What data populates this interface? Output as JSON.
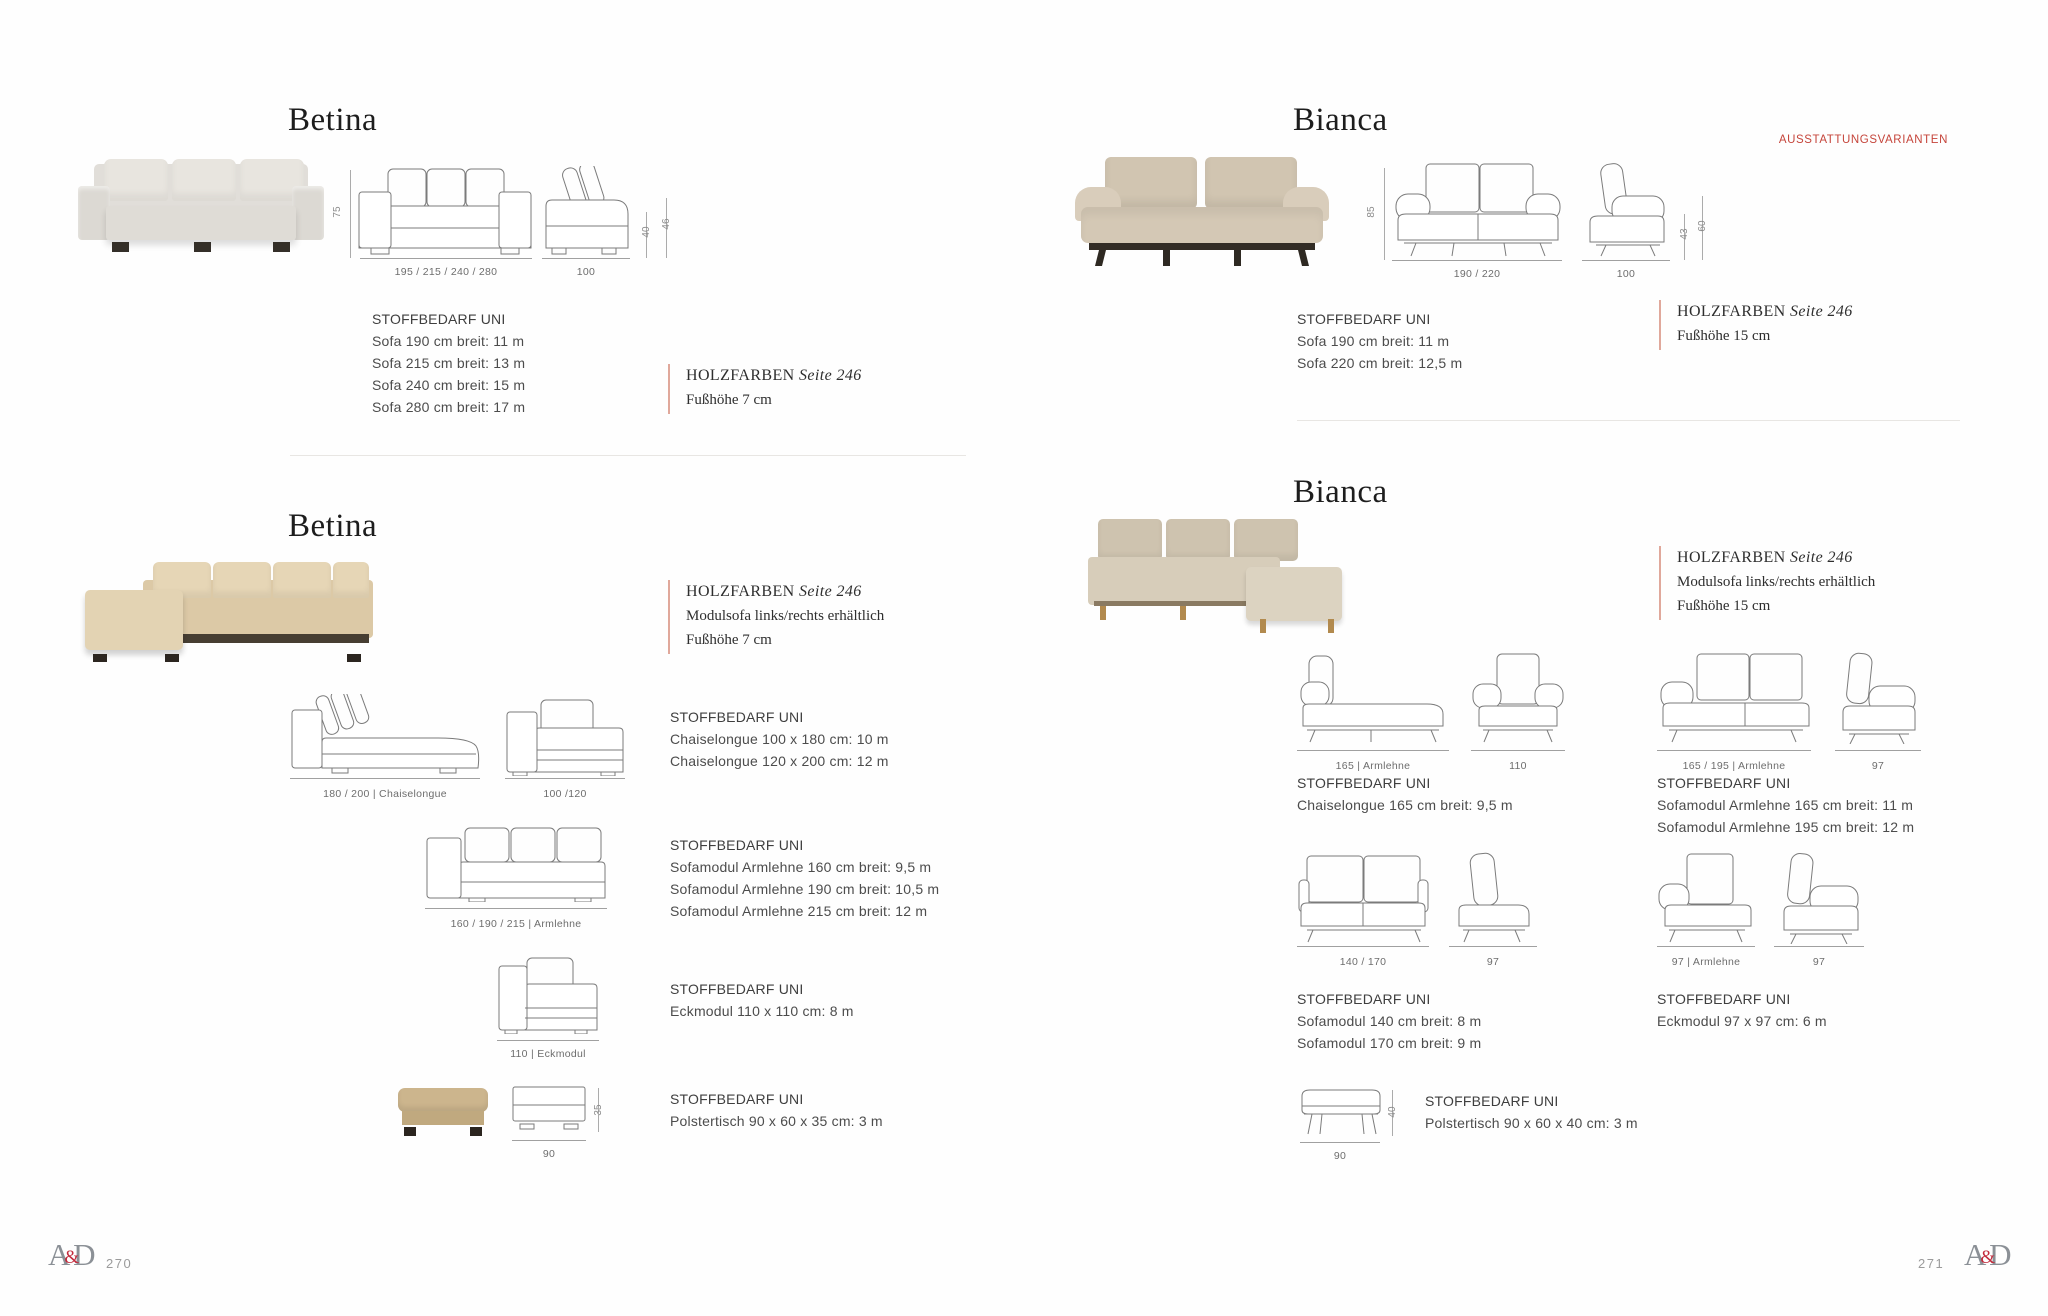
{
  "accent": {
    "red": "#c5453b",
    "salmon": "#e0a89b",
    "logo_red": "#c22a3c",
    "logo_gray": "#8b9096"
  },
  "footer": {
    "logo": {
      "a": "A",
      "amp": "&",
      "d": "D"
    }
  },
  "left": {
    "page_number": "270",
    "top": {
      "title": "Betina",
      "dim_height": "75",
      "dim_width": "195 / 215 / 240 / 280",
      "dim_depth": "100",
      "dim_seat": "40",
      "dim_arm": "46",
      "stoff_heading": "STOFFBEDARF UNI",
      "stoff_lines": [
        "Sofa 190 cm breit: 11 m",
        "Sofa 215 cm breit: 13 m",
        "Sofa 240 cm breit: 15 m",
        "Sofa 280 cm breit: 17 m"
      ],
      "holz_heading": "HOLZFARBEN",
      "holz_page": "Seite 246",
      "holz_lines": [
        "Fußhöhe 7 cm"
      ]
    },
    "bottom": {
      "title": "Betina",
      "holz_heading": "HOLZFARBEN",
      "holz_page": "Seite 246",
      "holz_lines": [
        "Modulsofa links/rechts erhältlich",
        "Fußhöhe 7 cm"
      ],
      "row1": {
        "label1": "180 / 200 | Chaiselongue",
        "label2": "100 /120",
        "stoff_heading": "STOFFBEDARF UNI",
        "lines": [
          "Chaiselongue 100 x 180 cm: 10 m",
          "Chaiselongue 120 x 200 cm: 12 m"
        ]
      },
      "row2": {
        "label1": "160 / 190 / 215 | Armlehne",
        "stoff_heading": "STOFFBEDARF UNI",
        "lines": [
          "Sofamodul Armlehne 160 cm breit: 9,5 m",
          "Sofamodul Armlehne 190 cm breit: 10,5 m",
          "Sofamodul Armlehne 215 cm breit: 12 m"
        ]
      },
      "row3": {
        "label1": "110 | Eckmodul",
        "stoff_heading": "STOFFBEDARF UNI",
        "lines": [
          "Eckmodul 110 x 110 cm: 8 m"
        ]
      },
      "row4": {
        "dim_h": "35",
        "dim_w": "90",
        "stoff_heading": "STOFFBEDARF UNI",
        "lines": [
          "Polstertisch 90 x 60 x 35 cm: 3 m"
        ]
      }
    }
  },
  "right": {
    "page_number": "271",
    "banner": "AUSSTATTUNGSVARIANTEN",
    "top": {
      "title": "Bianca",
      "dim_height": "85",
      "dim_width": "190 / 220",
      "dim_depth": "100",
      "dim_seat": "43",
      "dim_arm": "60",
      "stoff_heading": "STOFFBEDARF UNI",
      "stoff_lines": [
        "Sofa 190 cm breit: 11 m",
        "Sofa 220 cm breit: 12,5 m"
      ],
      "holz_heading": "HOLZFARBEN",
      "holz_page": "Seite 246",
      "holz_lines": [
        "Fußhöhe 15 cm"
      ]
    },
    "bottom": {
      "title": "Bianca",
      "holz_heading": "HOLZFARBEN",
      "holz_page": "Seite 246",
      "holz_lines": [
        "Modulsofa links/rechts erhältlich",
        "Fußhöhe 15 cm"
      ],
      "row1": {
        "label1": "165 | Armlehne",
        "label2": "110",
        "label3": "165 / 195 | Armlehne",
        "label4": "97",
        "left_stoff_heading": "STOFFBEDARF UNI",
        "left_lines": [
          "Chaiselongue 165 cm breit: 9,5 m"
        ],
        "right_stoff_heading": "STOFFBEDARF UNI",
        "right_lines": [
          "Sofamodul Armlehne 165 cm breit: 11 m",
          "Sofamodul Armlehne 195 cm breit: 12 m"
        ]
      },
      "row2": {
        "label1": "140 / 170",
        "label2": "97",
        "label3": "97 | Armlehne",
        "label4": "97",
        "left_stoff_heading": "STOFFBEDARF UNI",
        "left_lines": [
          "Sofamodul 140 cm breit: 8 m",
          "Sofamodul 170 cm breit: 9 m"
        ],
        "right_stoff_heading": "STOFFBEDARF UNI",
        "right_lines": [
          "Eckmodul 97 x 97 cm: 6 m"
        ]
      },
      "row3": {
        "dim_h": "40",
        "dim_w": "90",
        "stoff_heading": "STOFFBEDARF UNI",
        "lines": [
          "Polstertisch 90 x 60 x 40 cm: 3 m"
        ]
      }
    }
  }
}
